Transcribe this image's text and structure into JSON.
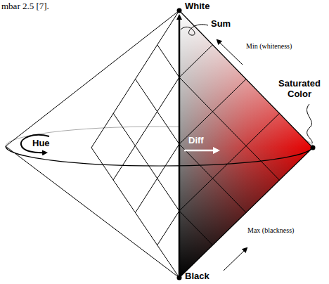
{
  "diagram": {
    "labels": [
      "mbar 2.5 [7].",
      "White",
      "Sum",
      "Min (whiteness)",
      "Saturated Color",
      "Hue",
      "Diff",
      "Max (blackness)",
      "Black"
    ]
  }
}
